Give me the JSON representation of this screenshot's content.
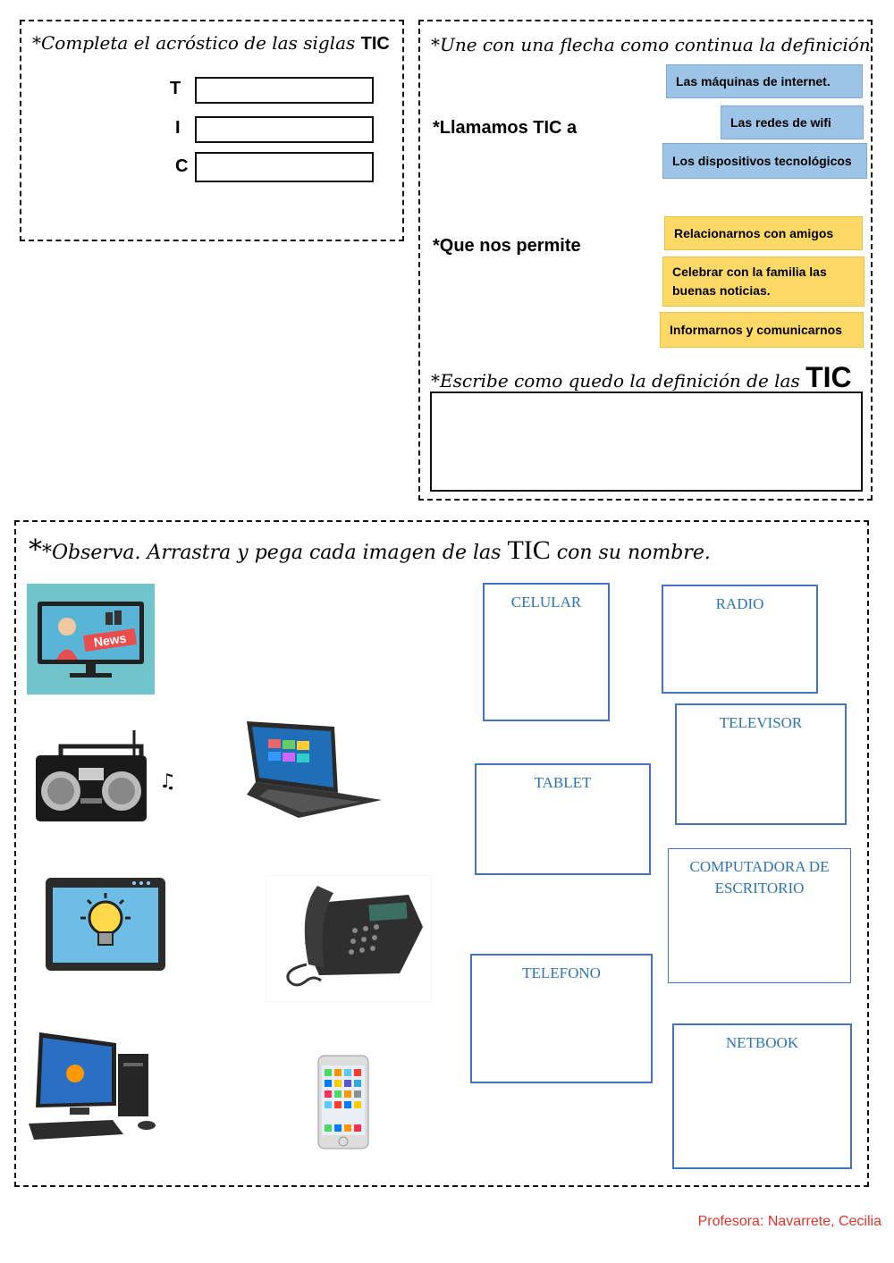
{
  "acrostic": {
    "instruction": "*Completa el acróstico de las siglas",
    "instruction_bold": "TIC",
    "letters": [
      "T",
      "I",
      "C"
    ]
  },
  "matching": {
    "instruction": "*Une con una flecha como continua la definición",
    "lead1": "*Llamamos TIC a",
    "lead2": "*Que nos permite",
    "options_blue": [
      "Las máquinas de internet.",
      "Las redes de wifi",
      "Los dispositivos tecnológicos"
    ],
    "options_gold": [
      "Relacionarnos con amigos",
      "Celebrar con la familia las buenas noticias.",
      "Informarnos y comunicarnos"
    ],
    "write_instruction": "*Escribe como quedo la definición de las",
    "write_bold": "TIC"
  },
  "observe": {
    "instruction_pre": "*Observa. Arrastra y pega cada imagen de las",
    "instruction_tic": "TIC",
    "instruction_post": "con su nombre.",
    "news_banner": "News",
    "targets": {
      "celular": "CELULAR",
      "radio": "RADIO",
      "televisor": "TELEVISOR",
      "tablet": "TABLET",
      "computadora": "COMPUTADORA DE ESCRITORIO",
      "telefono": "TELEFONO",
      "netbook": "NETBOOK"
    }
  },
  "footer": "Profesora: Navarrete, Cecilia",
  "colors": {
    "blue_option": "#9dc3e6",
    "gold_option": "#ffd966",
    "target_border": "#4472c4",
    "target_text": "#2e74b5",
    "footer": "#e0342c"
  }
}
